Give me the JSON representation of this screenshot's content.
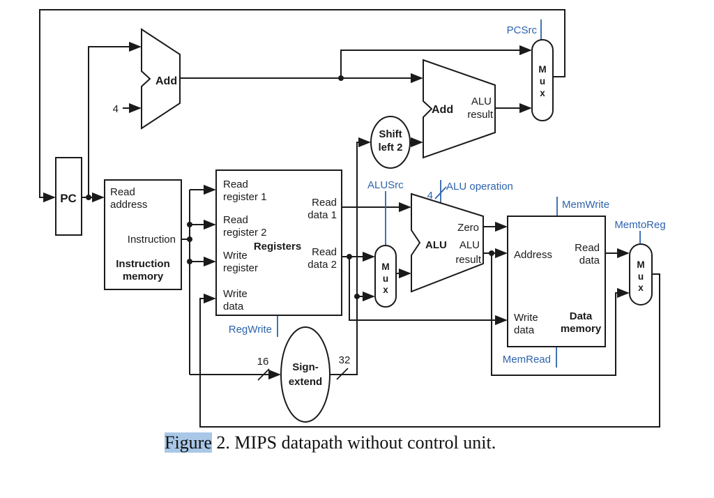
{
  "colors": {
    "wire": "#1a1a1a",
    "control": "#2d63ad",
    "highlight": "#a9c7e6",
    "page_bg": "#ffffff"
  },
  "caption": {
    "highlight": "Figure",
    "rest": " 2. MIPS datapath without control unit."
  },
  "labels": {
    "pc": "PC",
    "add": "Add",
    "add2": "Add",
    "add2_out1": "ALU",
    "add2_out2": "result",
    "four": "4",
    "shift1": "Shift",
    "shift2": "left 2",
    "imem_in1": "Read",
    "imem_in2": "address",
    "imem_out": "Instruction",
    "imem_n1": "Instruction",
    "imem_n2": "memory",
    "reg_rr1a": "Read",
    "reg_rr1b": "register 1",
    "reg_rr2a": "Read",
    "reg_rr2b": "register 2",
    "reg_wra": "Write",
    "reg_wrb": "register",
    "reg_wda": "Write",
    "reg_wdb": "data",
    "reg_name": "Registers",
    "reg_rd1a": "Read",
    "reg_rd1b": "data 1",
    "reg_rd2a": "Read",
    "reg_rd2b": "data 2",
    "alu_name": "ALU",
    "alu_zero": "Zero",
    "alu_out1": "ALU",
    "alu_out2": "result",
    "signext1": "Sign-",
    "signext2": "extend",
    "width16": "16",
    "width32": "32",
    "dmem_addr": "Address",
    "dmem_rd1": "Read",
    "dmem_rd2": "data",
    "dmem_wd1": "Write",
    "dmem_wd2": "data",
    "dmem_n1": "Data",
    "dmem_n2": "memory",
    "mux_m": "M",
    "mux_u": "u",
    "mux_x": "x"
  },
  "control": {
    "pcsrc": "PCSrc",
    "alusrc": "ALUSrc",
    "aluop": "ALU operation",
    "aluop_width": "4",
    "regwrite": "RegWrite",
    "memwrite": "MemWrite",
    "memread": "MemRead",
    "memtoreg": "MemtoReg"
  }
}
